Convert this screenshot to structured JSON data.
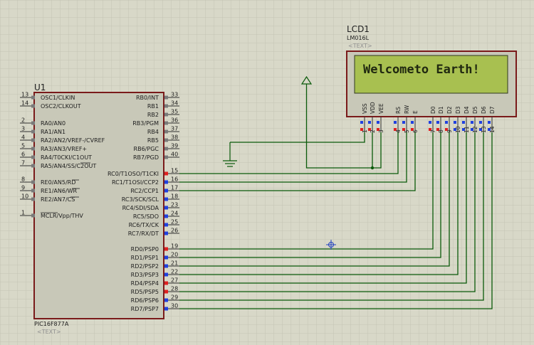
{
  "u1": {
    "ref": "U1",
    "part": "PIC16F877A",
    "text_placeholder": "<TEXT>",
    "left_pins": [
      {
        "num": "13",
        "label": "OSC1/CLKIN"
      },
      {
        "num": "14",
        "label": "OSC2/CLKOUT"
      },
      {
        "num": "2",
        "label": "RA0/AN0"
      },
      {
        "num": "3",
        "label": "RA1/AN1"
      },
      {
        "num": "4",
        "label": "RA2/AN2/VREF-/CVREF"
      },
      {
        "num": "5",
        "label": "RA3/AN3/VREF+"
      },
      {
        "num": "6",
        "label": "RA4/T0CKI/C1OUT"
      },
      {
        "num": "7",
        "label": "RA5/AN4/SS/C2OUT"
      },
      {
        "num": "8",
        "label": "RE0/AN5/RD"
      },
      {
        "num": "9",
        "label": "RE1/AN6/WR"
      },
      {
        "num": "10",
        "label": "RE2/AN7/CS"
      },
      {
        "num": "1",
        "label": "MCLR/Vpp/THV"
      }
    ],
    "right_pins": [
      {
        "num": "33",
        "label": "RB0/INT"
      },
      {
        "num": "34",
        "label": "RB1"
      },
      {
        "num": "35",
        "label": "RB2"
      },
      {
        "num": "36",
        "label": "RB3/PGM"
      },
      {
        "num": "37",
        "label": "RB4"
      },
      {
        "num": "38",
        "label": "RB5"
      },
      {
        "num": "39",
        "label": "RB6/PGC"
      },
      {
        "num": "40",
        "label": "RB7/PGD"
      },
      {
        "num": "15",
        "label": "RC0/T1OSO/T1CKI"
      },
      {
        "num": "16",
        "label": "RC1/T1OSI/CCP2"
      },
      {
        "num": "17",
        "label": "RC2/CCP1"
      },
      {
        "num": "18",
        "label": "RC3/SCK/SCL"
      },
      {
        "num": "23",
        "label": "RC4/SDI/SDA"
      },
      {
        "num": "24",
        "label": "RC5/SDO"
      },
      {
        "num": "25",
        "label": "RC6/TX/CK"
      },
      {
        "num": "26",
        "label": "RC7/RX/DT"
      },
      {
        "num": "19",
        "label": "RD0/PSP0"
      },
      {
        "num": "20",
        "label": "RD1/PSP1"
      },
      {
        "num": "21",
        "label": "RD2/PSP2"
      },
      {
        "num": "22",
        "label": "RD3/PSP3"
      },
      {
        "num": "27",
        "label": "RD4/PSP4"
      },
      {
        "num": "28",
        "label": "RD5/PSP5"
      },
      {
        "num": "29",
        "label": "RD6/PSP6"
      },
      {
        "num": "30",
        "label": "RD7/PSP7"
      }
    ]
  },
  "lcd": {
    "ref": "LCD1",
    "part": "LM016L",
    "text_placeholder": "<TEXT>",
    "display_text": "Welcometo Earth!",
    "pins": [
      {
        "label": "VSS",
        "num": "1"
      },
      {
        "label": "VDD",
        "num": "2"
      },
      {
        "label": "VEE",
        "num": "3"
      },
      {
        "label": "RS",
        "num": "4"
      },
      {
        "label": "RW",
        "num": "5"
      },
      {
        "label": "E",
        "num": "6"
      },
      {
        "label": "D0",
        "num": "7"
      },
      {
        "label": "D1",
        "num": "8"
      },
      {
        "label": "D2",
        "num": "9"
      },
      {
        "label": "D3",
        "num": "10"
      },
      {
        "label": "D4",
        "num": "11"
      },
      {
        "label": "D5",
        "num": "12"
      },
      {
        "label": "D6",
        "num": "13"
      },
      {
        "label": "D7",
        "num": "14"
      }
    ]
  },
  "colors": {
    "canvas": "#d8d8c8",
    "grid": "#c4c4b4",
    "chip_fill": "#c8c8b8",
    "chip_border": "#7a1a1a",
    "wire": "#0a5a0a",
    "lcd_screen": "#a8c050",
    "lcd_text": "#202810",
    "pin_high": "#e02020",
    "pin_low": "#2040e0",
    "pin_gray": "#7a7a7a"
  }
}
